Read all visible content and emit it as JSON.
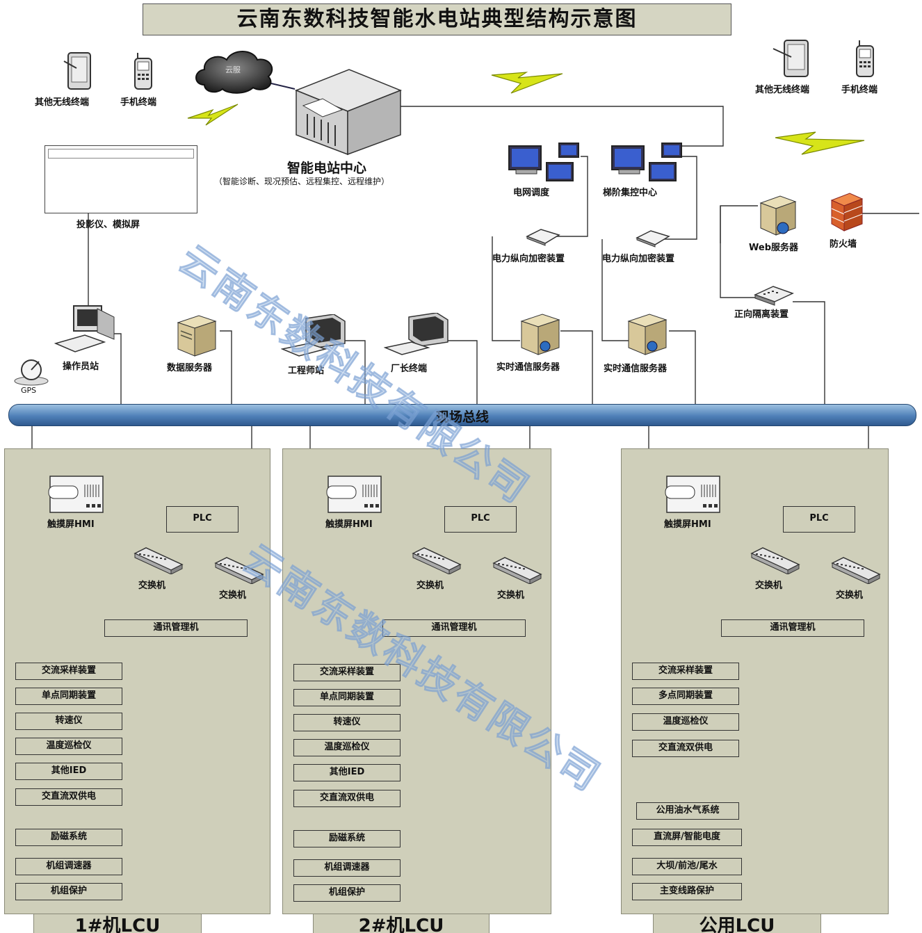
{
  "title": "云南东数科技智能水电站典型结构示意图",
  "center": {
    "name": "智能电站中心",
    "subtitle": "（智能诊断、现况预估、远程集控、远程维护）"
  },
  "cloud_label": "云服",
  "top_left": {
    "wireless": "其他无线终端",
    "phone": "手机终端"
  },
  "top_right": {
    "wireless": "其他无线终端",
    "phone": "手机终端"
  },
  "projector": "投影仪、模拟屏",
  "grid_dispatch": "电网调度",
  "cascade_center": "梯阶集控中心",
  "encrypt_1": "电力纵向加密装置",
  "encrypt_2": "电力纵向加密装置",
  "web_server": "Web服务器",
  "firewall": "防火墙",
  "isolation": "正向隔离装置",
  "gps": "GPS",
  "operator": "操作员站",
  "data_server": "数据服务器",
  "engineer": "工程师站",
  "director": "厂长终端",
  "rt_server_1": "实时通信服务器",
  "rt_server_2": "实时通信服务器",
  "bus_label": "现场总线",
  "lcu": [
    {
      "name": "1#机LCU",
      "hmi": "触摸屏HMI",
      "plc": "PLC",
      "switch_a": "交换机",
      "switch_b": "交换机",
      "comm": "通讯管理机",
      "devices_a": [
        "交流采样装置",
        "单点同期装置",
        "转速仪",
        "温度巡检仪",
        "其他IED",
        "交直流双供电"
      ],
      "devices_b": [
        "励磁系统",
        "机组调速器",
        "机组保护"
      ]
    },
    {
      "name": "2#机LCU",
      "hmi": "触摸屏HMI",
      "plc": "PLC",
      "switch_a": "交换机",
      "switch_b": "交换机",
      "comm": "通讯管理机",
      "devices_a": [
        "交流采样装置",
        "单点同期装置",
        "转速仪",
        "温度巡检仪",
        "其他IED",
        "交直流双供电"
      ],
      "devices_b": [
        "励磁系统",
        "机组调速器",
        "机组保护"
      ]
    },
    {
      "name": "公用LCU",
      "hmi": "触摸屏HMI",
      "plc": "PLC",
      "switch_a": "交换机",
      "switch_b": "交换机",
      "comm": "通讯管理机",
      "devices_a": [
        "交流采样装置",
        "多点同期装置",
        "温度巡检仪",
        "交直流双供电"
      ],
      "devices_b": [
        "公用油水气系统",
        "直流屏/智能电度",
        "大坝/前池/尾水",
        "主变线路保护"
      ]
    }
  ],
  "watermark": "云南东数科技有限公司"
}
